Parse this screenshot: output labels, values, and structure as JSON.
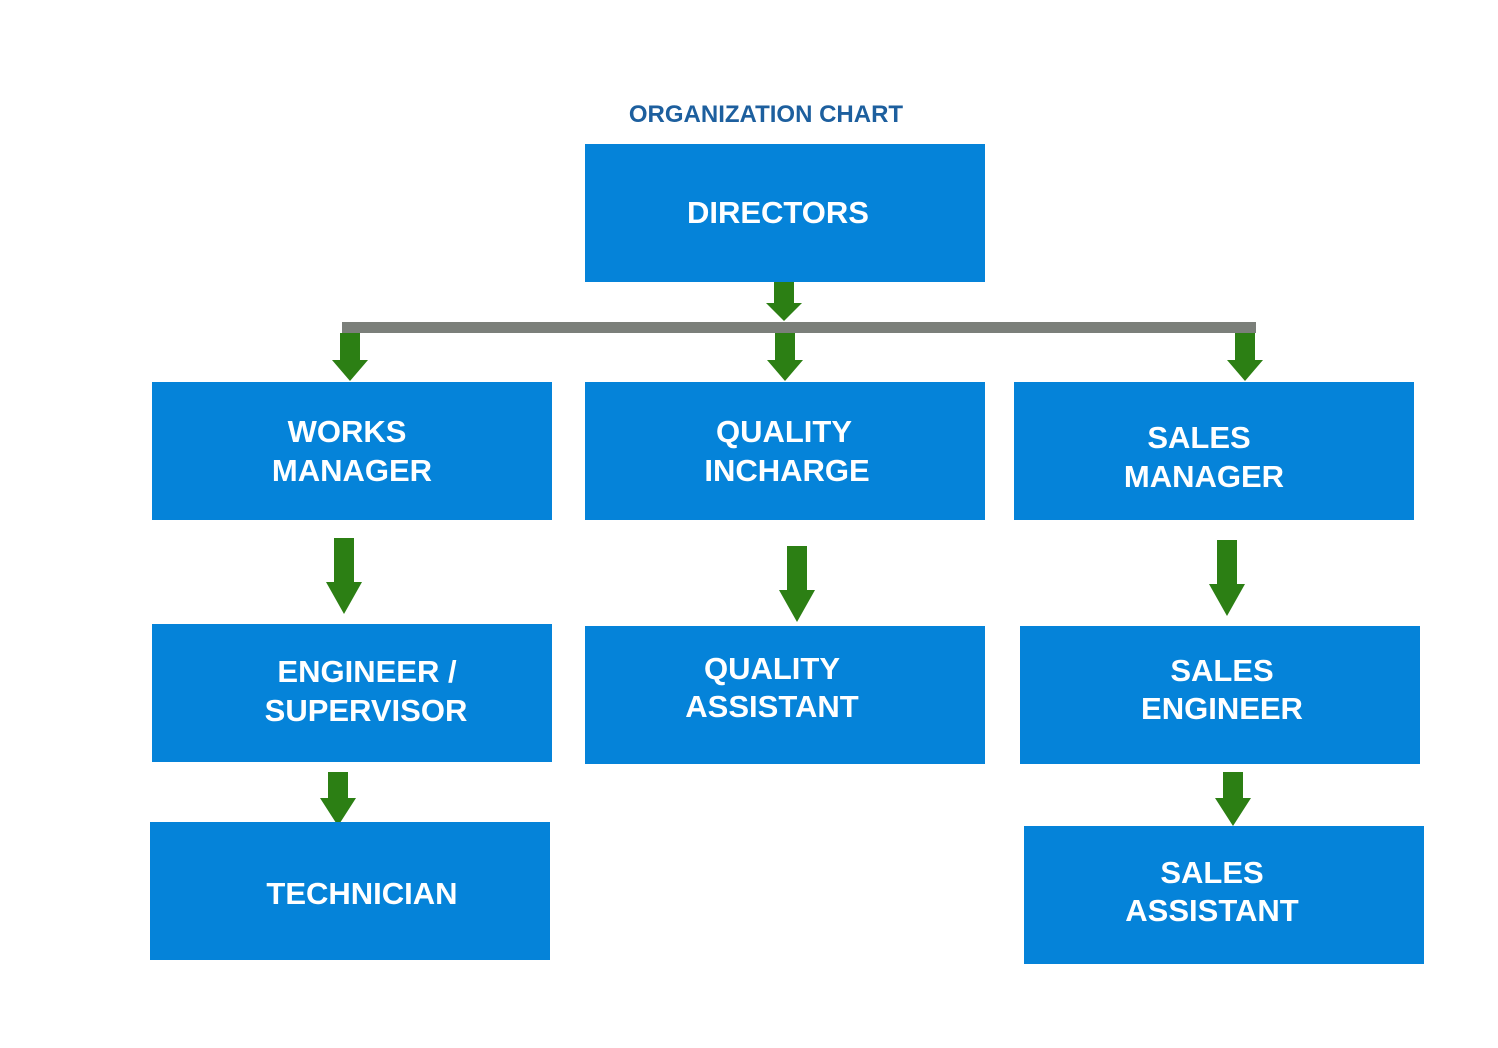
{
  "title": "ORGANIZATION CHART",
  "nodes": {
    "directors": [
      "DIRECTORS"
    ],
    "works_manager": [
      "WORKS",
      "MANAGER"
    ],
    "quality_incharge": [
      "QUALITY",
      "INCHARGE"
    ],
    "sales_manager": [
      "SALES",
      "MANAGER"
    ],
    "engineer_supervisor": [
      "ENGINEER /",
      "SUPERVISOR"
    ],
    "quality_assistant": [
      "QUALITY",
      "ASSISTANT"
    ],
    "sales_engineer": [
      "SALES",
      "ENGINEER"
    ],
    "technician": [
      "TECHNICIAN"
    ],
    "sales_assistant": [
      "SALES",
      "ASSISTANT"
    ]
  },
  "edges": [
    [
      "directors",
      "works_manager"
    ],
    [
      "directors",
      "quality_incharge"
    ],
    [
      "directors",
      "sales_manager"
    ],
    [
      "works_manager",
      "engineer_supervisor"
    ],
    [
      "engineer_supervisor",
      "technician"
    ],
    [
      "quality_incharge",
      "quality_assistant"
    ],
    [
      "sales_manager",
      "sales_engineer"
    ],
    [
      "sales_engineer",
      "sales_assistant"
    ]
  ],
  "colors": {
    "title": "#1d5f9e",
    "box_fill": "#0583d9",
    "box_text": "#ffffff",
    "arrow": "#2c7f14",
    "connector": "#7b7f7a"
  }
}
